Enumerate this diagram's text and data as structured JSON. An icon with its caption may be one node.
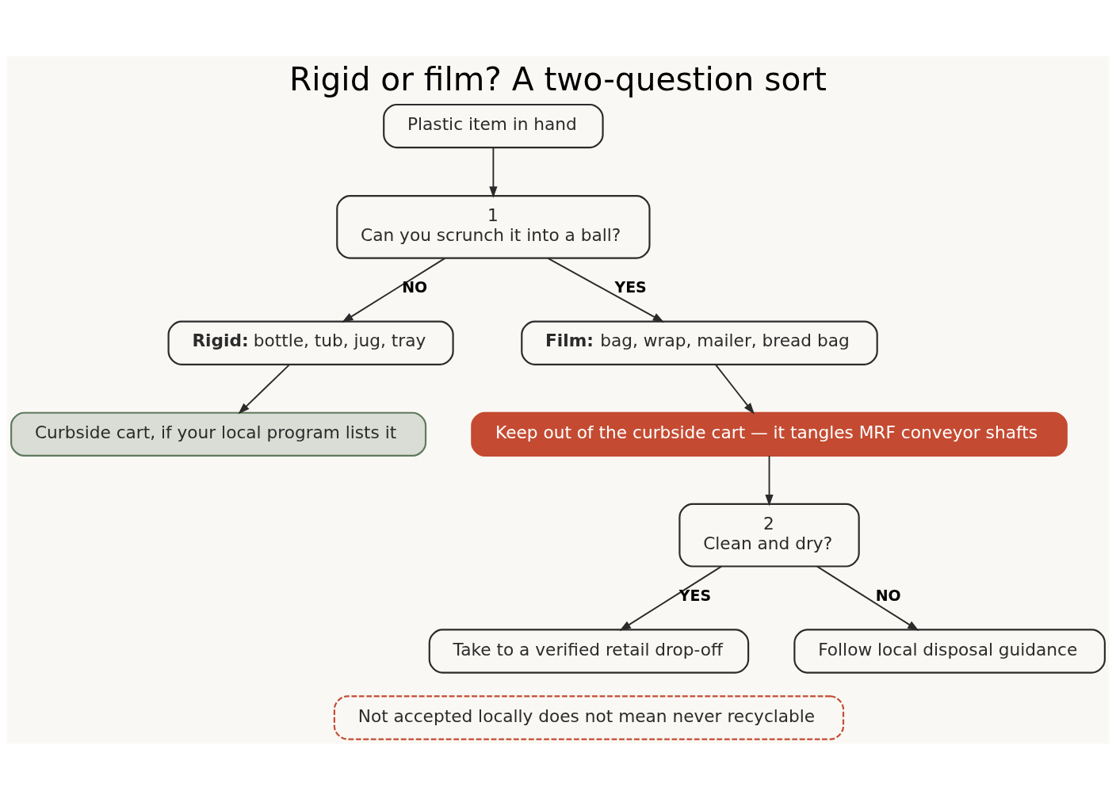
{
  "diagram": {
    "title": "Rigid or film? A two-question sort",
    "nodes": [
      {
        "text": [
          "Plastic item in hand"
        ]
      },
      {
        "text": [
          "1",
          "Can you scrunch it into a ball?"
        ]
      },
      {
        "text": [
          "**Rigid:** bottle, tub, jug, tray"
        ]
      },
      {
        "text": [
          "**Film:** bag, wrap, mailer, bread bag"
        ]
      },
      {
        "text": [
          "Curbside cart, if your local program lists it"
        ]
      },
      {
        "text": [
          "Keep out of the curbside cart — it tangles MRF conveyor shafts"
        ]
      },
      {
        "text": [
          "2",
          "Clean and dry?"
        ]
      },
      {
        "text": [
          "Take to a verified retail drop-off"
        ]
      },
      {
        "text": [
          "Follow local disposal guidance"
        ]
      },
      {
        "text": [
          "Not accepted locally does not mean never recyclable"
        ]
      }
    ],
    "edges": [
      {
        "from": 0,
        "to": 1,
        "arrow": "to"
      },
      {
        "from": 1,
        "to": 2,
        "arrow": "to",
        "label": "NO"
      },
      {
        "from": 1,
        "to": 3,
        "arrow": "to",
        "label": "YES"
      },
      {
        "from": 2,
        "to": 4,
        "arrow": "to"
      },
      {
        "from": 3,
        "to": 5,
        "arrow": "to"
      },
      {
        "from": 5,
        "to": 6,
        "arrow": "to"
      },
      {
        "from": 6,
        "to": 7,
        "arrow": "to",
        "label": "YES"
      },
      {
        "from": 6,
        "to": 8,
        "arrow": "to",
        "label": "NO"
      }
    ]
  }
}
